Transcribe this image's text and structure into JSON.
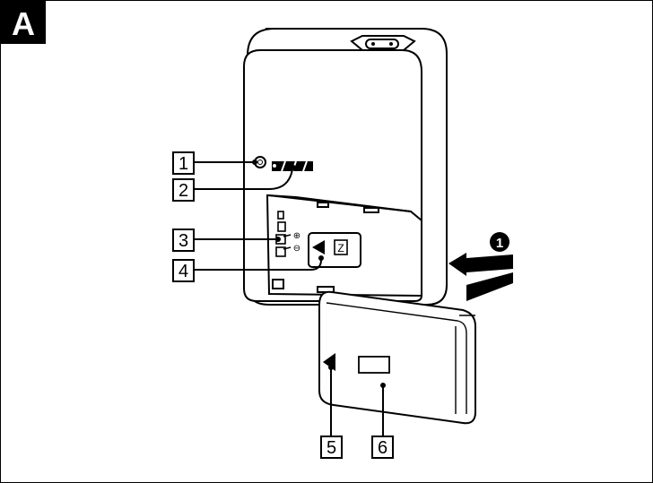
{
  "figure": {
    "panel_letter": "A",
    "step_marker": "1",
    "battery_symbol": "Z",
    "plus_symbol": "⊕",
    "minus_symbol": "⊖"
  },
  "callouts": [
    {
      "number": "1",
      "target": "charge-lamp"
    },
    {
      "number": "2",
      "target": "charge-indicator"
    },
    {
      "number": "3",
      "target": "battery-terminals"
    },
    {
      "number": "4",
      "target": "battery-mark-on-charger"
    },
    {
      "number": "5",
      "target": "battery-mark-on-pack"
    },
    {
      "number": "6",
      "target": "battery-label-area"
    }
  ],
  "colors": {
    "line": "#000000",
    "fill": "#ffffff",
    "tag_bg": "#000000",
    "tag_fg": "#ffffff"
  },
  "icons": {
    "direction": "arrow-right-to-left-icon"
  }
}
